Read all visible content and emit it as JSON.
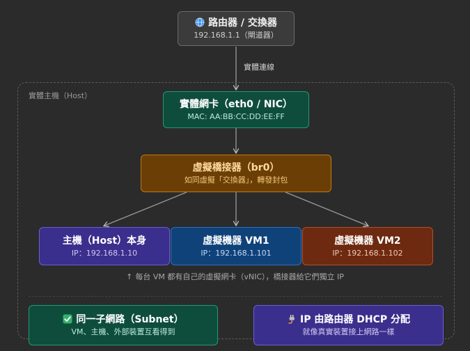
{
  "router": {
    "title": "路由器 / 交換器",
    "sub": "192.168.1.1（閘道器）"
  },
  "link_label": "實體連線",
  "host_label": "實體主機（Host）",
  "nic": {
    "title": "實體網卡（eth0 / NIC）",
    "sub": "MAC: AA:BB:CC:DD:EE:FF"
  },
  "bridge": {
    "title": "虛擬橋接器（br0）",
    "sub": "如同虛擬「交換器」，轉發封包"
  },
  "host": {
    "title": "主機（Host）本身",
    "sub": "IP：192.168.1.10"
  },
  "vm1": {
    "title": "虛擬機器 VM1",
    "sub": "IP：192.168.1.101"
  },
  "vm2": {
    "title": "虛擬機器 VM2",
    "sub": "IP：192.168.1.102"
  },
  "note": "每台 VM 都有自己的虛擬網卡（vNIC），橋接器給它們獨立 IP",
  "subnet": {
    "title": "同一子網路（Subnet）",
    "sub": "VM、主機、外部裝置互看得到"
  },
  "dhcp": {
    "title": "IP 由路由器 DHCP 分配",
    "sub": "就像真實裝置接上網路一樣"
  },
  "icons": {
    "router": "globe-icon",
    "subnet": "checkmark-icon",
    "dhcp": "plug-icon",
    "note": "arrow-up-icon"
  }
}
